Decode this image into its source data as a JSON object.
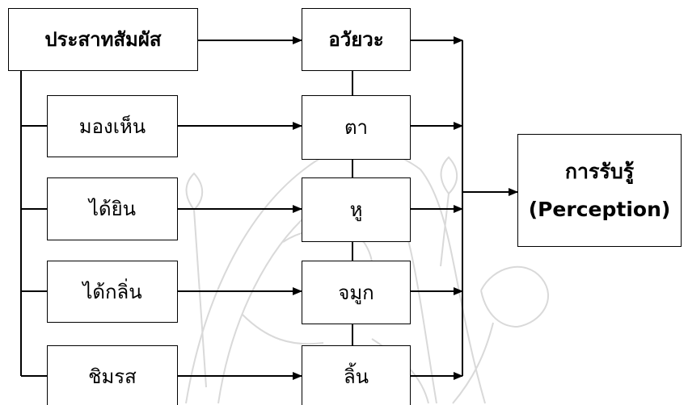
{
  "sense_header": "ประสาทสัมผัส",
  "organ_header": "อวัยวะ",
  "senses": [
    "มองเห็น",
    "ได้ยิน",
    "ได้กลิ่น",
    "ชิมรส"
  ],
  "organs": [
    "ตา",
    "หู",
    "จมูก",
    "ลิ้น"
  ],
  "output": {
    "title": "การรับรู้",
    "subtitle": "(Perception)"
  }
}
